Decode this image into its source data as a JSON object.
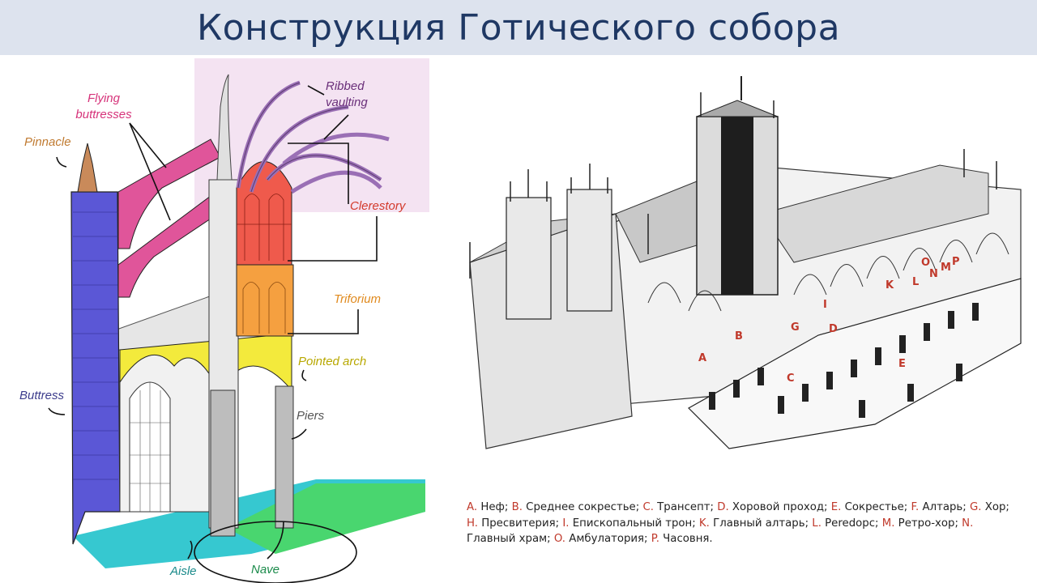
{
  "title": "Конструкция Готического собора",
  "left_labels": {
    "flying_buttresses": [
      "Flying",
      "buttresses"
    ],
    "ribbed_vaulting": [
      "Ribbed",
      "vaulting"
    ],
    "pinnacle": "Pinnacle",
    "clerestory": "Clerestory",
    "triforium": "Triforium",
    "pointed_arch": "Pointed arch",
    "buttress": "Buttress",
    "piers": "Piers",
    "aisle": "Aisle",
    "nave": "Nave"
  },
  "map_letters": [
    "A",
    "B",
    "C",
    "D",
    "E",
    "G",
    "I",
    "K",
    "L",
    "O",
    "N",
    "M",
    "P"
  ],
  "legend": [
    {
      "key": "A.",
      "text": " Неф; "
    },
    {
      "key": "B.",
      "text": " Среднее сокрестье; "
    },
    {
      "key": "C.",
      "text": " Трансепт; "
    },
    {
      "key": "D.",
      "text": " Хоровой проход; "
    },
    {
      "key": "E.",
      "text": " Сокрестье; "
    },
    {
      "key": "F.",
      "text": " Алтарь; "
    },
    {
      "key": "G.",
      "text": " Хор; "
    },
    {
      "key": "H.",
      "text": " Пресвитерия; "
    },
    {
      "key": "I.",
      "text": " Епископальный трон; "
    },
    {
      "key": "K.",
      "text": " Главный алтарь; "
    },
    {
      "key": "L.",
      "text": " Реredорс; "
    },
    {
      "key": "M.",
      "text": " Ретро-хор; "
    },
    {
      "key": "N.",
      "text": " Главный храм; "
    },
    {
      "key": "O.",
      "text": " Амбулатория; "
    },
    {
      "key": "P.",
      "text": " Часовня."
    }
  ],
  "colors": {
    "title": "#1f3864",
    "title_bg": "#dde3ee",
    "flying_buttress": "#e0559a",
    "vault": "#c9a6d8",
    "clerestory": "#ef5a4c",
    "triforium": "#f5a040",
    "arch": "#f3ea3c",
    "buttress": "#5b57d6",
    "pinnacle": "#c98a5a",
    "floor_aisle": "#36c8d0",
    "floor_nave": "#49d66f",
    "label_pink": "#d6337a",
    "label_purple": "#6a2f7a",
    "label_red": "#d33a2c",
    "label_orange": "#e08a1e",
    "label_blue": "#3c3c8c",
    "label_teal": "#1a8a8a",
    "legend_key": "#c0392b"
  }
}
